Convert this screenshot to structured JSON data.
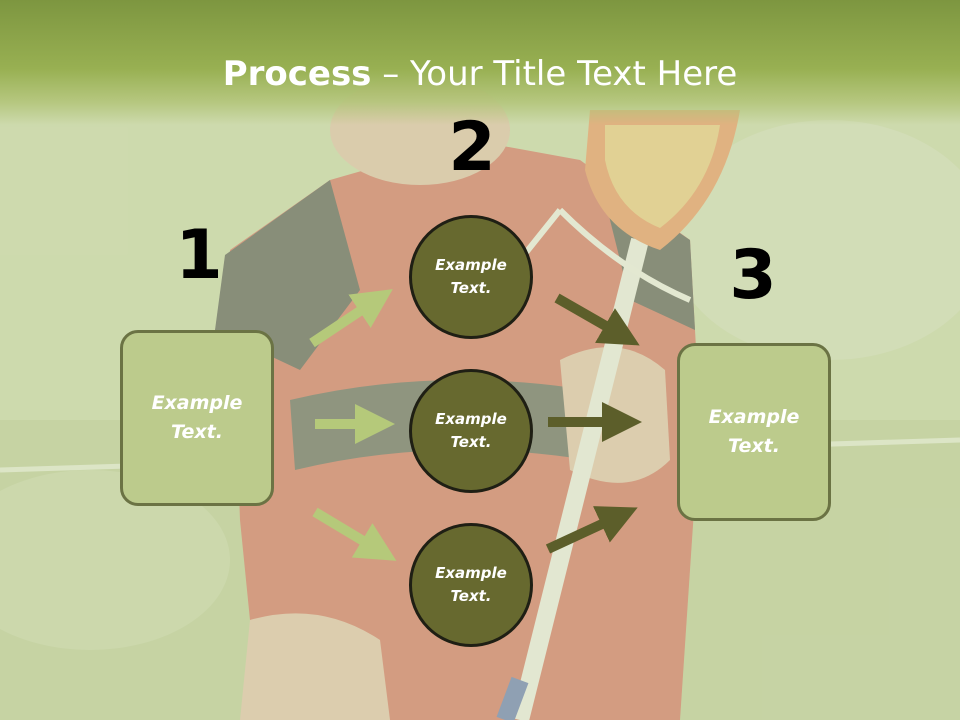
{
  "slide": {
    "title_bold": "Process",
    "title_rest": " – Your Title Text Here",
    "numbers": [
      "1",
      "2",
      "3"
    ],
    "left_box": "Example\nText.",
    "right_box": "Example\nText.",
    "circles": [
      "Example\nText.",
      "Example\nText.",
      "Example\nText."
    ]
  },
  "colors": {
    "title_band": "#8fa84c",
    "box_fill": "#bccb8c",
    "box_border": "#6b7344",
    "circle_fill": "#67692f",
    "light_arrow": "#b5c97a",
    "dark_arrow": "#5c5e2a"
  }
}
